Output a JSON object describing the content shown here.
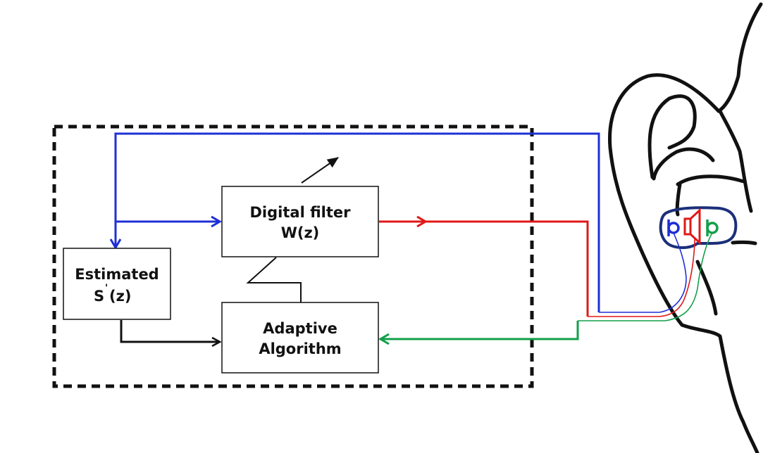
{
  "blocks": {
    "filter": {
      "line1": "Digital filter",
      "line2": "W(z)"
    },
    "estimated": {
      "line1": "Estimated",
      "line2_base": "S",
      "line2_sup": "'",
      "line2_tail": "(z)"
    },
    "adaptive": {
      "line1": "Adaptive",
      "line2": "Algorithm"
    }
  },
  "colors": {
    "reference_path": "#1f2fd6",
    "output_path": "#e01818",
    "error_path": "#12a04a",
    "outline": "#111111",
    "earbud": "#1b2f7a"
  },
  "icons": {
    "ear": "ear-outline-icon",
    "earbud": "earbud-icon",
    "speaker": "speaker-icon",
    "reference_mic": "microphone-icon",
    "error_mic": "microphone-icon"
  }
}
